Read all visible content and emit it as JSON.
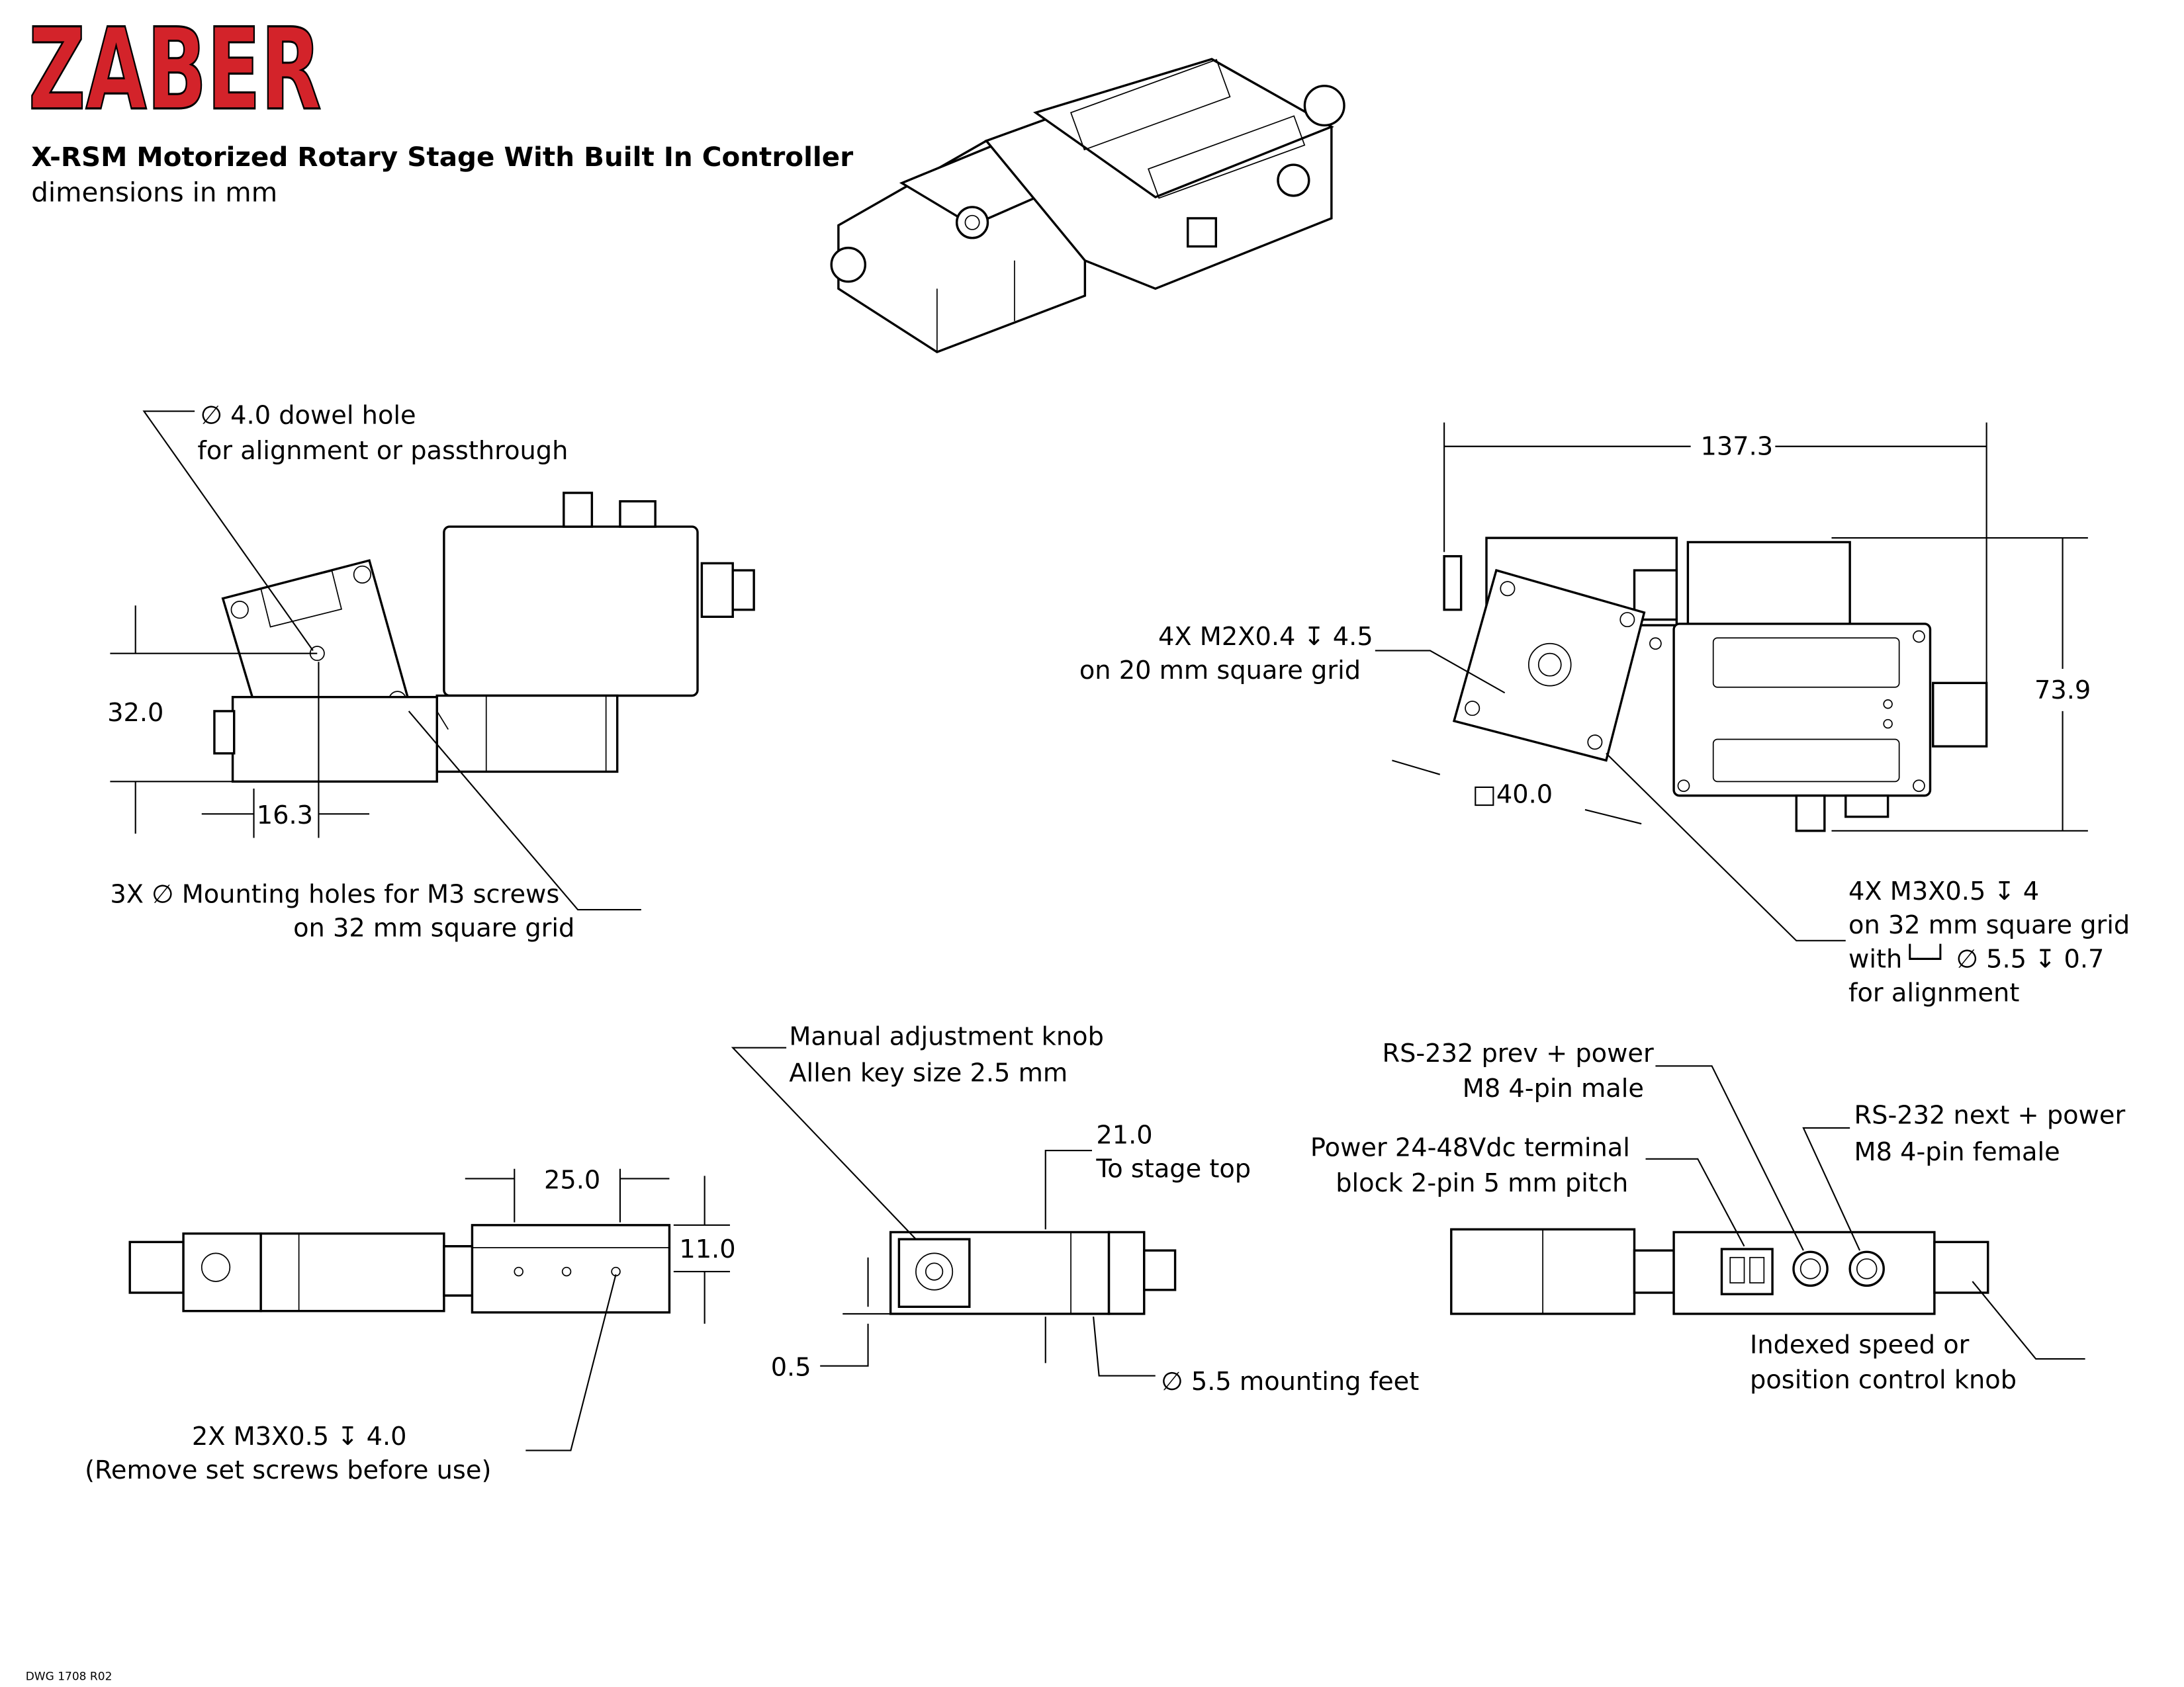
{
  "header": {
    "logo": "ZABER",
    "title": "X-RSM Motorized Rotary Stage With Built In Controller",
    "subtitle": "dimensions in mm",
    "logo_color": "#d3232a"
  },
  "left_view": {
    "dowel_line1": "∅ 4.0 dowel hole",
    "dowel_line2": "for alignment or passthrough",
    "dim_height": "32.0",
    "dim_offset": "16.3",
    "mount_line1": "3X  ∅  Mounting holes for M3 screws",
    "mount_line2": "on 32 mm square grid"
  },
  "right_view": {
    "dim_length": "137.3",
    "dim_height": "73.9",
    "dim_square": "□40.0",
    "m2_line1": "4X M2X0.4 ↧ 4.5",
    "m2_line2": "on 20 mm square grid",
    "m3_line1": "4X M3X0.5 ↧ 4",
    "m3_line2": "on 32 mm square grid",
    "m3_line3": "with└─┘  ∅ 5.5 ↧ 0.7",
    "m3_line4": "for alignment"
  },
  "bottom_left_view": {
    "dim_width": "25.0",
    "dim_height": "11.0",
    "screw_line1": "2X M3X0.5 ↧ 4.0",
    "screw_line2": "(Remove set screws before use)"
  },
  "bottom_mid_view": {
    "knob_line1": "Manual adjustment knob",
    "knob_line2": "Allen key size 2.5 mm",
    "top_line1": "21.0",
    "top_line2": "To stage top",
    "dim_foot": "0.5",
    "feet": "∅ 5.5 mounting feet"
  },
  "bottom_right_view": {
    "rs_prev_line1": "RS-232 prev + power",
    "rs_prev_line2": "M8 4-pin male",
    "power_line1": "Power 24-48Vdc terminal",
    "power_line2": "block 2-pin 5 mm pitch",
    "rs_next_line1": "RS-232 next + power",
    "rs_next_line2": "M8 4-pin female",
    "knob_line1": "Indexed speed or",
    "knob_line2": "position control knob"
  },
  "footer": {
    "drawing_number": "DWG 1708 R02"
  }
}
